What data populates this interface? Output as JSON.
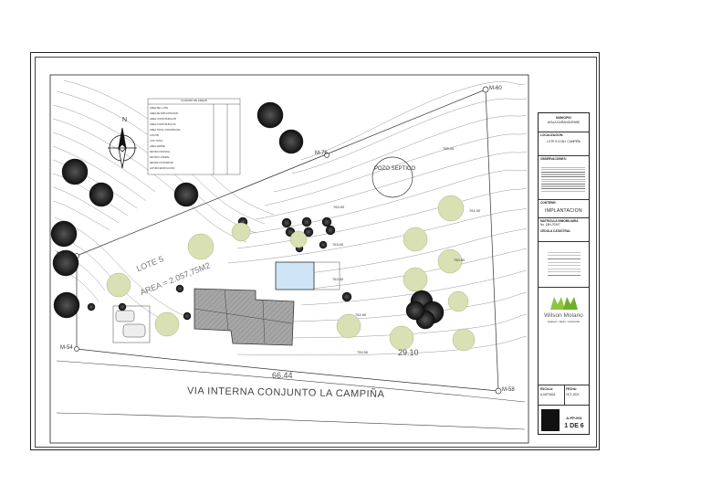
{
  "drawing": {
    "road_label": "VIA INTERNA CONJUNTO LA CAMPIÑA",
    "lot_label": "LOTE 5",
    "lot_area": "AREA = 2.057,75M2",
    "septic_label": "POZO SEPTICO",
    "dimension_bottom": "66.44",
    "dimension_right": "29.10",
    "markers": {
      "m60": "M-60",
      "m76": "M-76",
      "m79": "M-79",
      "m54": "M-54",
      "m58": "M-58"
    },
    "north_label": "N",
    "contour_labels": [
      "765.00",
      "763.00",
      "763.00",
      "763.50",
      "762.50",
      "759.50",
      "760.50",
      "761.00"
    ]
  },
  "schedule_table": {
    "title": "CUADRO DE AREAS",
    "rows": [
      "AREA DEL LOTE",
      "AREA DE IMPLANTACION",
      "AREA CONSTRUIDA PB",
      "AREA CONSTRUIDA PA",
      "AREA TOTAL CONSTRUIDA",
      "COS PB",
      "COS TOTAL",
      "AREA VERDE",
      "RETIRO FRONTAL",
      "RETIRO LATERAL",
      "RETIRO POSTERIOR",
      "ALTURA EDIFICACION"
    ]
  },
  "title_block": {
    "municipality": "MUNICIPIO",
    "municipality_sub": "AYALA DURANGUENSE",
    "location_label": "LOCALIZACION:",
    "location_value": "LOTE 5 CONJ. CAMPIÑA",
    "observations_label": "OBSERVACIONES:",
    "content_label": "CONTIENE:",
    "content_value": "IMPLANTACION",
    "registry_label": "MATRICULA INMOBILIARIA",
    "registry_value": "No. 18H-70307",
    "cadastral_label": "CEDULA CATASTRAL",
    "brand": "Wilson Molano",
    "brand_sub": "arquitecto · diseño · construcción",
    "scale_label": "ESCALA:",
    "scale_value": "AJUSTADA",
    "date_label": "FECHA:",
    "date_value": "OCT-2021",
    "sheet_code": "A-PP-001",
    "sheet_count": "1 DE 6"
  },
  "colors": {
    "brand_green": "#8dc63f",
    "pool": "#cfe4f5",
    "tree_dark": "#222222",
    "tree_light": "#c8d39a",
    "building": "#9a9a9a"
  }
}
